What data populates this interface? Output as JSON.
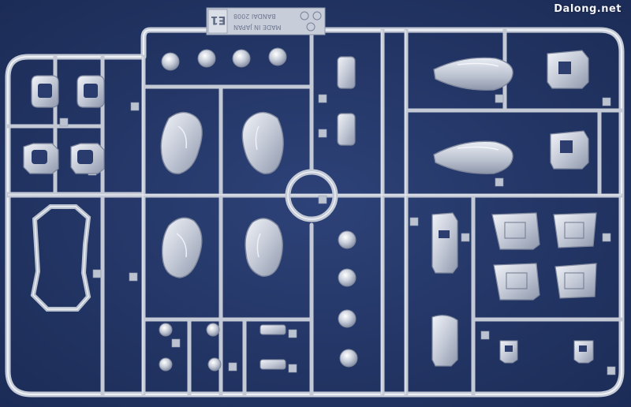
{
  "watermark": "Dalong.net",
  "tag": {
    "number": "E1",
    "line1": "BANDAI 2008",
    "line2": "MADE IN JAPAN"
  },
  "colors": {
    "background": "#243668",
    "plastic": "#c9ced8",
    "plastic_highlight": "#eef1f6",
    "plastic_shadow": "#8e97aa"
  }
}
